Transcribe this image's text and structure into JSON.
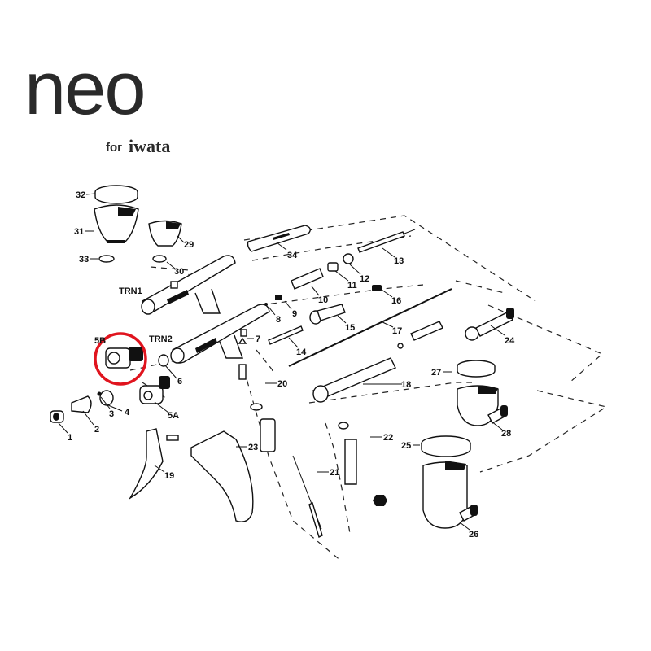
{
  "logo": {
    "brand": "neo",
    "sub_prefix": "for",
    "sub_brand": "iwata"
  },
  "labels": {
    "p1": "1",
    "p2": "2",
    "p3": "3",
    "p4": "4",
    "p5a": "5A",
    "p5b": "5B",
    "p6": "6",
    "p7": "7",
    "p8": "8",
    "p9": "9",
    "p10": "10",
    "p11": "11",
    "p12": "12",
    "p13": "13",
    "p14": "14",
    "p15": "15",
    "p16": "16",
    "p17": "17",
    "p18": "18",
    "p19": "19",
    "p20": "20",
    "p21": "21",
    "p22": "22",
    "p23": "23",
    "p24": "24",
    "p25": "25",
    "p26": "26",
    "p27": "27",
    "p28": "28",
    "p29": "29",
    "p30": "30",
    "p31": "31",
    "p32": "32",
    "p33": "33",
    "p34": "34",
    "trn1": "TRN1",
    "trn2": "TRN2"
  },
  "highlight": {
    "part": "5B",
    "color": "#e0141e"
  }
}
